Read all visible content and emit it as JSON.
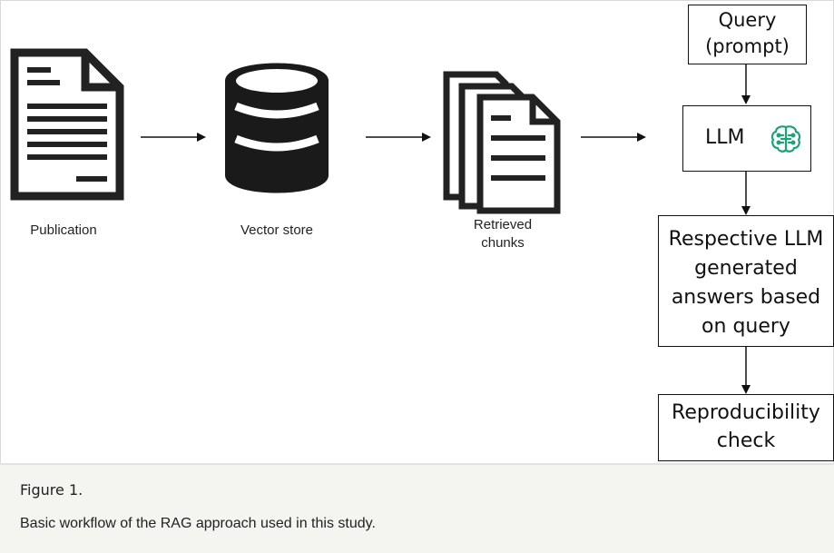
{
  "diagram": {
    "nodes": {
      "publication": "Publication",
      "vector_store": "Vector store",
      "retrieved_chunks": "Retrieved chunks",
      "query": "Query (prompt)",
      "llm": "LLM",
      "answers": "Respective LLM generated answers based on query",
      "reproducibility": "Reproducibility check"
    },
    "llm_icon": "brain-circuit-icon",
    "llm_icon_color": "#1aa37a"
  },
  "caption": {
    "label": "Figure 1.",
    "text": "Basic workflow of the RAG approach used in this study."
  }
}
